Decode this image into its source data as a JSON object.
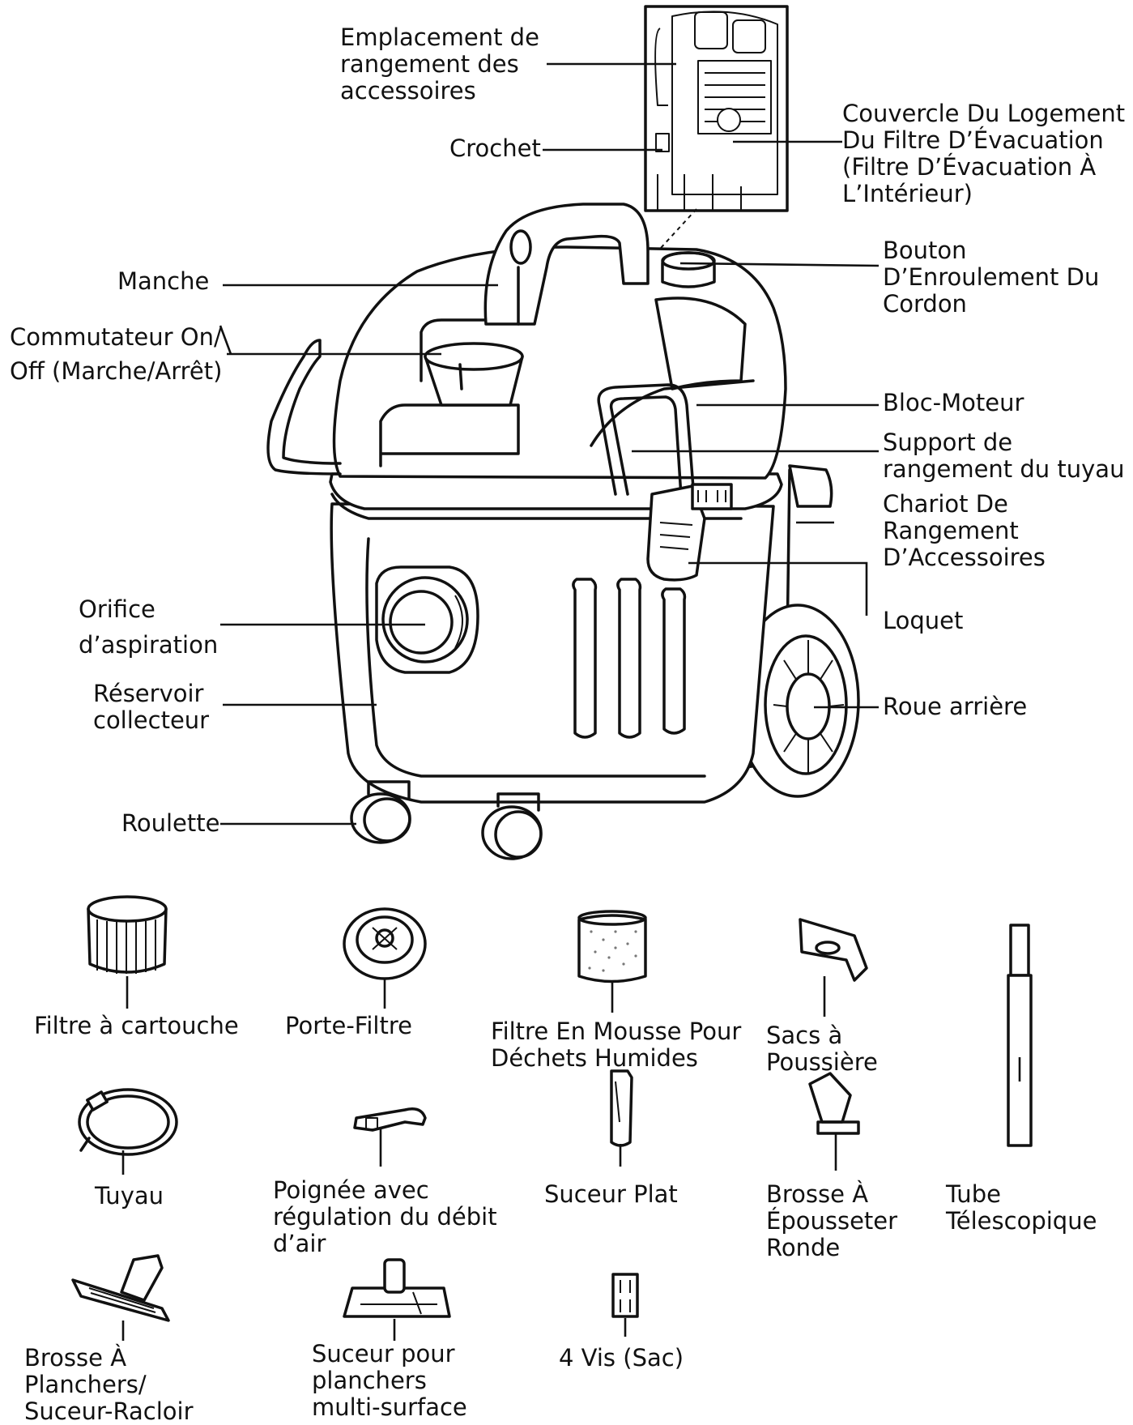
{
  "labels": {
    "accessory_storage": "Emplacement de\nrangement des\naccessoires",
    "hook": "Crochet",
    "exhaust_filter_cover": "Couvercle Du Logement\nDu Filtre D’Évacuation\n(Filtre D’Évacuation À\nL’Intérieur)",
    "handle": "Manche",
    "cord_wrap_button": "Bouton\nD’Enroulement Du\nCordon",
    "power_switch": "Commutateur On/\nOff (Marche/Arrêt)",
    "power_head": "Bloc-Moteur",
    "hose_storage": "Support de\nrangement du tuyau",
    "accessory_caddy": "Chariot De\nRangement\nD’Accessoires",
    "latch": "Loquet",
    "suction_port": "Orifice\nd’aspiration",
    "tank": "Réservoir\ncollecteur",
    "rear_wheel": "Roue arrière",
    "caster": "Roulette"
  },
  "accessories": [
    {
      "key": "cartridge_filter",
      "label": "Filtre à cartouche",
      "icon": "cartridge-filter-icon"
    },
    {
      "key": "filter_holder",
      "label": "Porte-Filtre",
      "icon": "filter-holder-icon"
    },
    {
      "key": "foam_filter",
      "label": "Filtre En Mousse Pour\nDéchets Humides",
      "icon": "foam-filter-icon"
    },
    {
      "key": "dust_bags",
      "label": "Sacs à\nPoussière",
      "icon": "dust-bag-icon"
    },
    {
      "key": "hose",
      "label": "Tuyau",
      "icon": "hose-icon"
    },
    {
      "key": "handle_airflow",
      "label": "Poignée avec\nrégulation du débit\nd’air",
      "icon": "handle-airflow-icon"
    },
    {
      "key": "crevice_tool",
      "label": "Suceur Plat",
      "icon": "crevice-tool-icon"
    },
    {
      "key": "round_brush",
      "label": "Brosse À\nÉpousseter\nRonde",
      "icon": "round-brush-icon"
    },
    {
      "key": "telescopic_tube",
      "label": "Tube\nTélescopique",
      "icon": "telescopic-tube-icon"
    },
    {
      "key": "floor_brush",
      "label": "Brosse À\nPlanchers/\nSuceur-Racloir",
      "icon": "floor-brush-icon"
    },
    {
      "key": "multi_surface",
      "label": "Suceur pour\nplanchers\nmulti-surface",
      "icon": "multi-surface-nozzle-icon"
    },
    {
      "key": "screws",
      "label": "4 Vis (Sac)",
      "icon": "screws-icon"
    }
  ]
}
